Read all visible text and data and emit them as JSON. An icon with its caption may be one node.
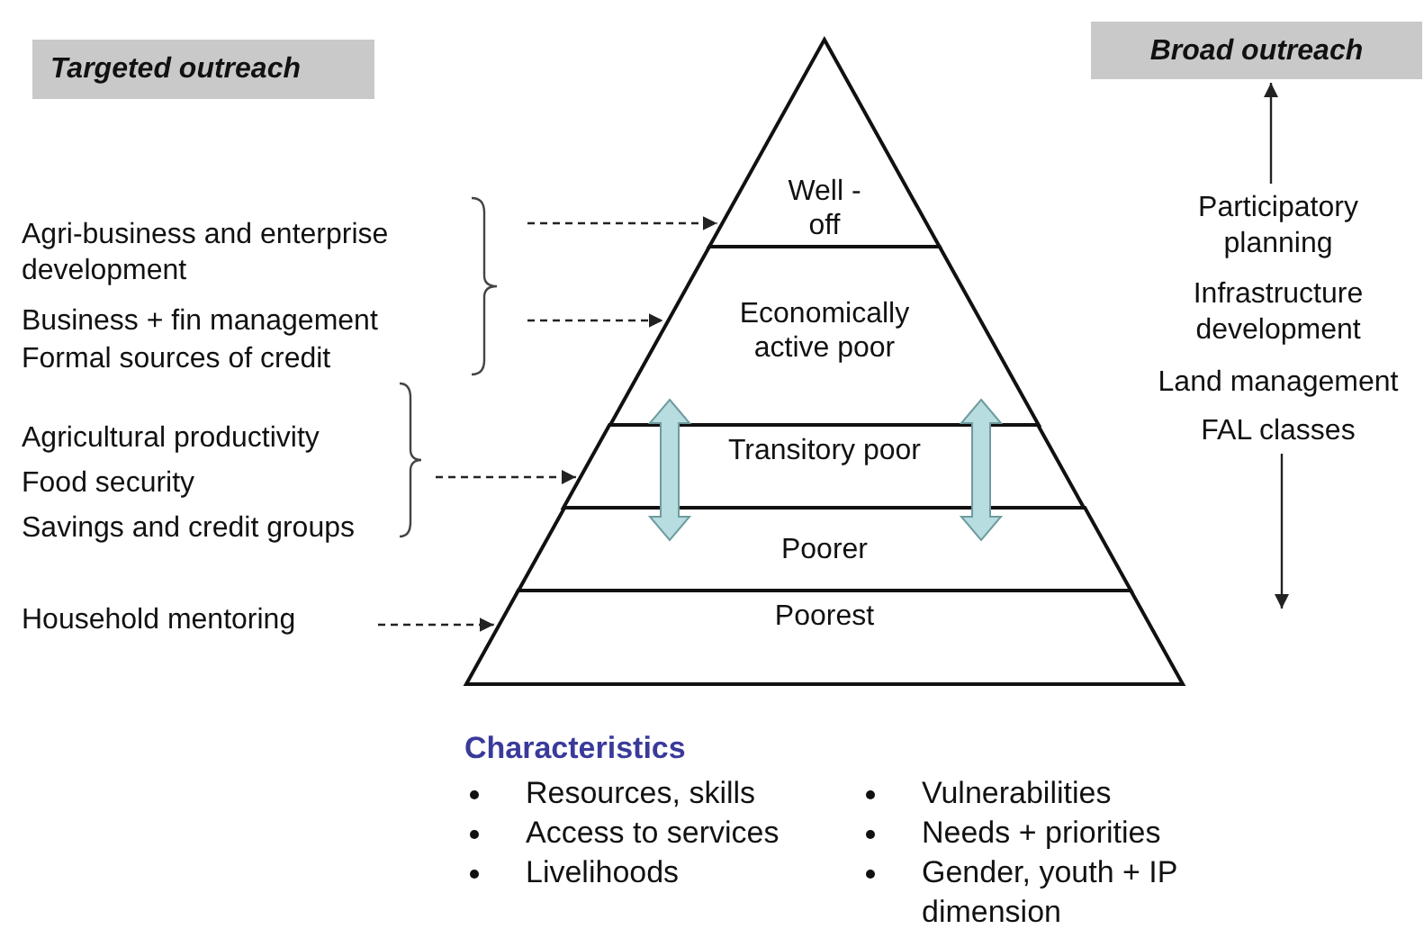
{
  "diagram": {
    "nodes": [
      {
        "text": [
          "Targeted outreach"
        ]
      },
      {
        "text": [
          "Broad outreach"
        ]
      },
      {
        "text": [
          "Well -off"
        ]
      },
      {
        "text": [
          "Economically active poor"
        ]
      },
      {
        "text": [
          "Transitory poor"
        ]
      },
      {
        "text": [
          "Poorer"
        ]
      },
      {
        "text": [
          "Poorest"
        ]
      },
      {
        "text": [
          "Agri-business and enterprise development",
          "Business + fin management",
          "Formal sources of credit"
        ]
      },
      {
        "text": [
          "Agricultural productivity",
          "Food security",
          "Savings and credit groups"
        ]
      },
      {
        "text": [
          "Household mentoring"
        ]
      },
      {
        "text": [
          "Participatory planning",
          "Infrastructure development",
          "Land management",
          "FAL classes"
        ]
      }
    ],
    "edges": [
      {
        "from": 7,
        "to": 2,
        "arrow": "to",
        "style": "dashed"
      },
      {
        "from": 7,
        "to": 3,
        "arrow": "to",
        "style": "dashed"
      },
      {
        "from": 8,
        "to": 4,
        "arrow": "to",
        "style": "dashed"
      },
      {
        "from": 9,
        "to": 6,
        "arrow": "to",
        "style": "dashed"
      },
      {
        "from": 3,
        "to": 5,
        "arrow": "both",
        "style": "thick",
        "color": "#b7dde0"
      },
      {
        "from": 3,
        "to": 5,
        "arrow": "both",
        "style": "thick",
        "color": "#b7dde0"
      },
      {
        "from": 10,
        "to": 1,
        "arrow": "to"
      },
      {
        "from": 10,
        "to": null,
        "arrow": "to"
      }
    ],
    "labels": [
      "Characteristics",
      "Resources, skills",
      "Vulnerabilities",
      "Access to services",
      "Needs + priorities",
      "Livelihoods",
      "Gender, youth + IP dimension"
    ]
  }
}
